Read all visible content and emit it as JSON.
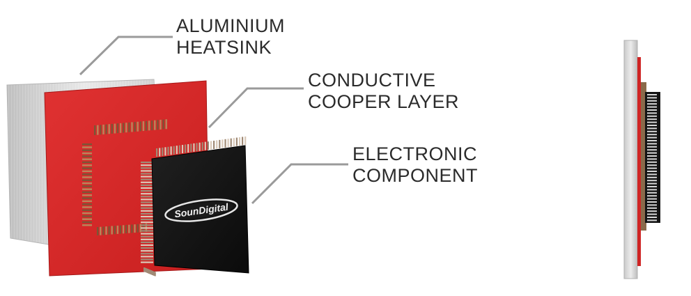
{
  "labels": {
    "heatsink": {
      "line1": "ALUMINIUM",
      "line2": "HEATSINK"
    },
    "copper": {
      "line1": "CONDUCTIVE",
      "line2": "COOPER LAYER"
    },
    "component": {
      "line1": "ELECTRONIC",
      "line2": "COMPONENT"
    }
  },
  "logo": {
    "text": "SounDigital"
  },
  "colors": {
    "heatsink": "#d9d9d9",
    "copper_layer": "#d82a2a",
    "chip": "#141414",
    "pads": "#b8875a",
    "leader": "#9a9a9a",
    "label_text": "#2b2b2b"
  }
}
